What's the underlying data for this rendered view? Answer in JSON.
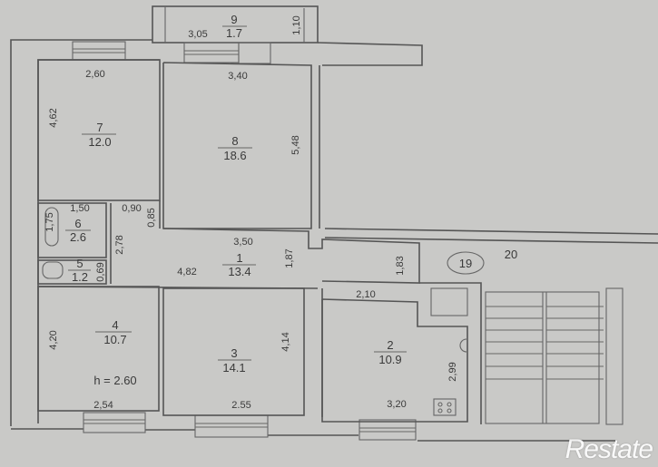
{
  "plan": {
    "ceiling_height": "h = 2.60",
    "rooms": [
      {
        "id": "room-1",
        "number": "1",
        "area": "13.4"
      },
      {
        "id": "room-2",
        "number": "2",
        "area": "10.9"
      },
      {
        "id": "room-3",
        "number": "3",
        "area": "14.1"
      },
      {
        "id": "room-4",
        "number": "4",
        "area": "10.7"
      },
      {
        "id": "room-5",
        "number": "5",
        "area": "1.2"
      },
      {
        "id": "room-6",
        "number": "6",
        "area": "2.6"
      },
      {
        "id": "room-7",
        "number": "7",
        "area": "12.0"
      },
      {
        "id": "room-8",
        "number": "8",
        "area": "18.6"
      },
      {
        "id": "room-9",
        "number": "9",
        "area": "1.7"
      }
    ],
    "dimensions": {
      "balcony_width": "3,05",
      "balcony_depth": "1,10",
      "r7_width": "2,60",
      "r7_depth": "4,62",
      "r8_width": "3,40",
      "r8_depth": "5,48",
      "r6_width": "1,50",
      "r6_depth": "1,75",
      "closet_width": "0,90",
      "closet_depth": "0,85",
      "hall_width_top": "3,50",
      "hall_depth": "1,87",
      "hall_side": "2,78",
      "hall_length": "4,82",
      "r5_depth": "0,69",
      "corridor_depth": "1,83",
      "kitchen_top": "2,10",
      "r4_depth": "4,20",
      "r4_width": "2,54",
      "r3_depth": "4,14",
      "r3_width": "2.55",
      "r2_depth": "2,99",
      "r2_width": "3,20"
    },
    "markers": {
      "stair_landing": "19",
      "stairwell": "20"
    }
  },
  "watermark": "Restate"
}
